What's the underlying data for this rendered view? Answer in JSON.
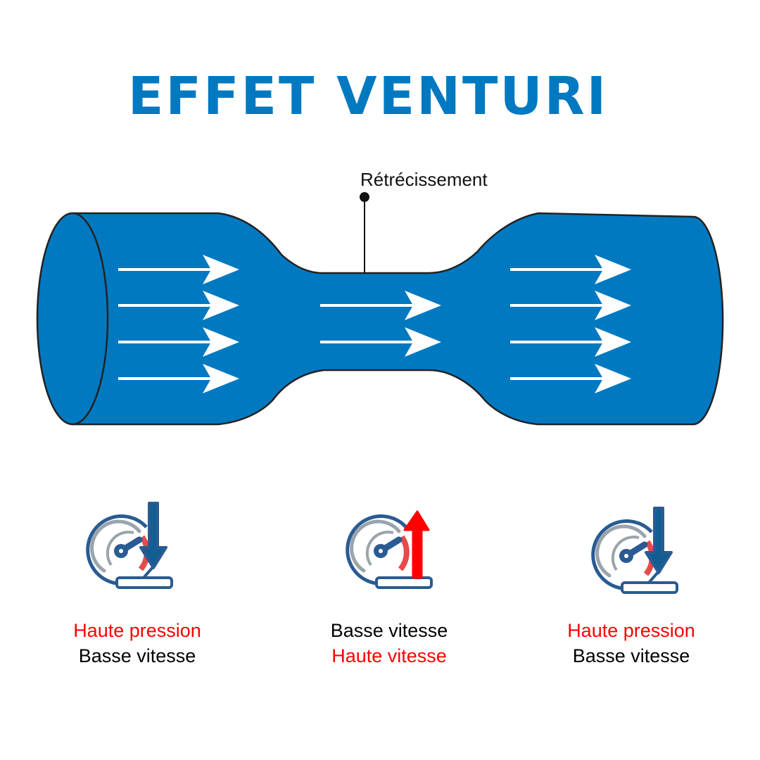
{
  "title": "EFFET VENTURI",
  "constriction_label": "Rétrécissement",
  "colors": {
    "pipe": "#0079c1",
    "gauge": "#2a5b92",
    "gray": "#9aa4ab",
    "red": "#e84a4a",
    "alert": "#ff0000"
  },
  "sections": [
    {
      "icon": "gauge-pressure-down-icon",
      "line1": "Haute pression",
      "line2": "Basse vitesse"
    },
    {
      "icon": "gauge-pressure-up-icon",
      "line1": "Basse vitesse",
      "line2": "Haute vitesse"
    },
    {
      "icon": "gauge-pressure-down-icon",
      "line1": "Haute pression",
      "line2": "Basse vitesse"
    }
  ]
}
